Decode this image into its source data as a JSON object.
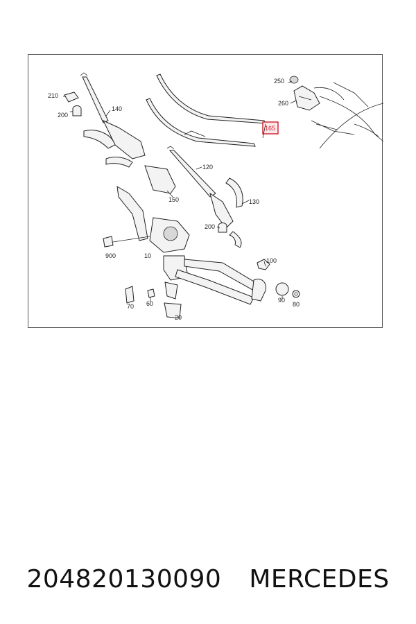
{
  "diagram": {
    "labels": {
      "l210": "210",
      "l200a": "200",
      "l140": "140",
      "l165": "165",
      "l250": "250",
      "l260": "260",
      "l120": "120",
      "l150": "150",
      "l130": "130",
      "l200b": "200",
      "l900": "900",
      "l10": "10",
      "l100": "100",
      "l70": "70",
      "l60": "60",
      "l90": "90",
      "l80": "80",
      "l20": "20"
    },
    "highlight_color": "#d11a2a"
  },
  "caption": {
    "part_number": "204820130090",
    "brand": "MERCEDES"
  }
}
